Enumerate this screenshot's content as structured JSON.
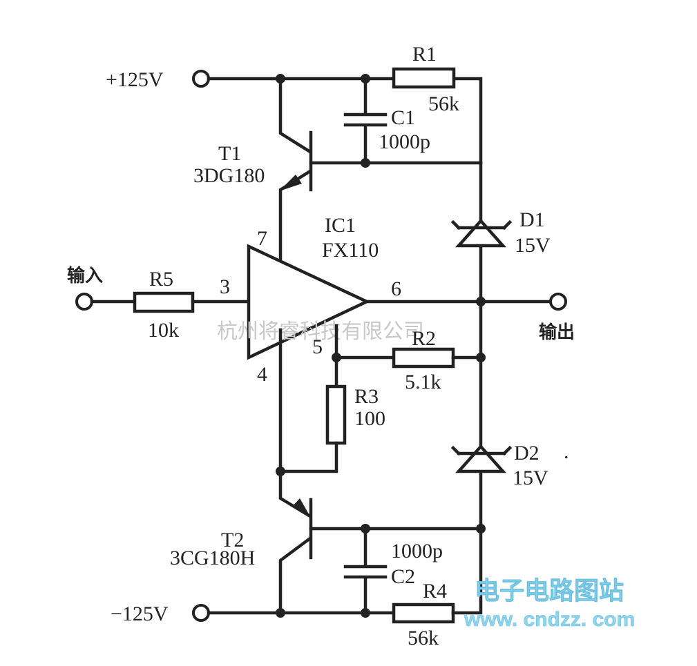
{
  "diagram": {
    "type": "circuit-schematic",
    "supplies": {
      "positive": "+125V",
      "negative": "−125V"
    },
    "terminals": {
      "input": "输入",
      "output": "输出"
    },
    "components": {
      "R1": {
        "ref": "R1",
        "value": "56k"
      },
      "R2": {
        "ref": "R2",
        "value": "5.1k"
      },
      "R3": {
        "ref": "R3",
        "value": "100"
      },
      "R4": {
        "ref": "R4",
        "value": "56k"
      },
      "R5": {
        "ref": "R5",
        "value": "10k"
      },
      "C1": {
        "ref": "C1",
        "value": "1000p"
      },
      "C2": {
        "ref": "C2",
        "value": "1000p"
      },
      "T1": {
        "ref": "T1",
        "model": "3DG180"
      },
      "T2": {
        "ref": "T2",
        "model": "3CG180H"
      },
      "D1": {
        "ref": "D1",
        "value": "15V"
      },
      "D2": {
        "ref": "D2",
        "value": "15V"
      },
      "IC1": {
        "ref": "IC1",
        "model": "FX110"
      }
    },
    "pins": {
      "p3": "3",
      "p4": "4",
      "p5": "5",
      "p6": "6",
      "p7": "7"
    },
    "watermarks": {
      "company": "杭州将睿科技有限公司",
      "site_name": "电子电路图站",
      "site_url": "www. cndzz. com"
    },
    "stray_mark": "."
  }
}
